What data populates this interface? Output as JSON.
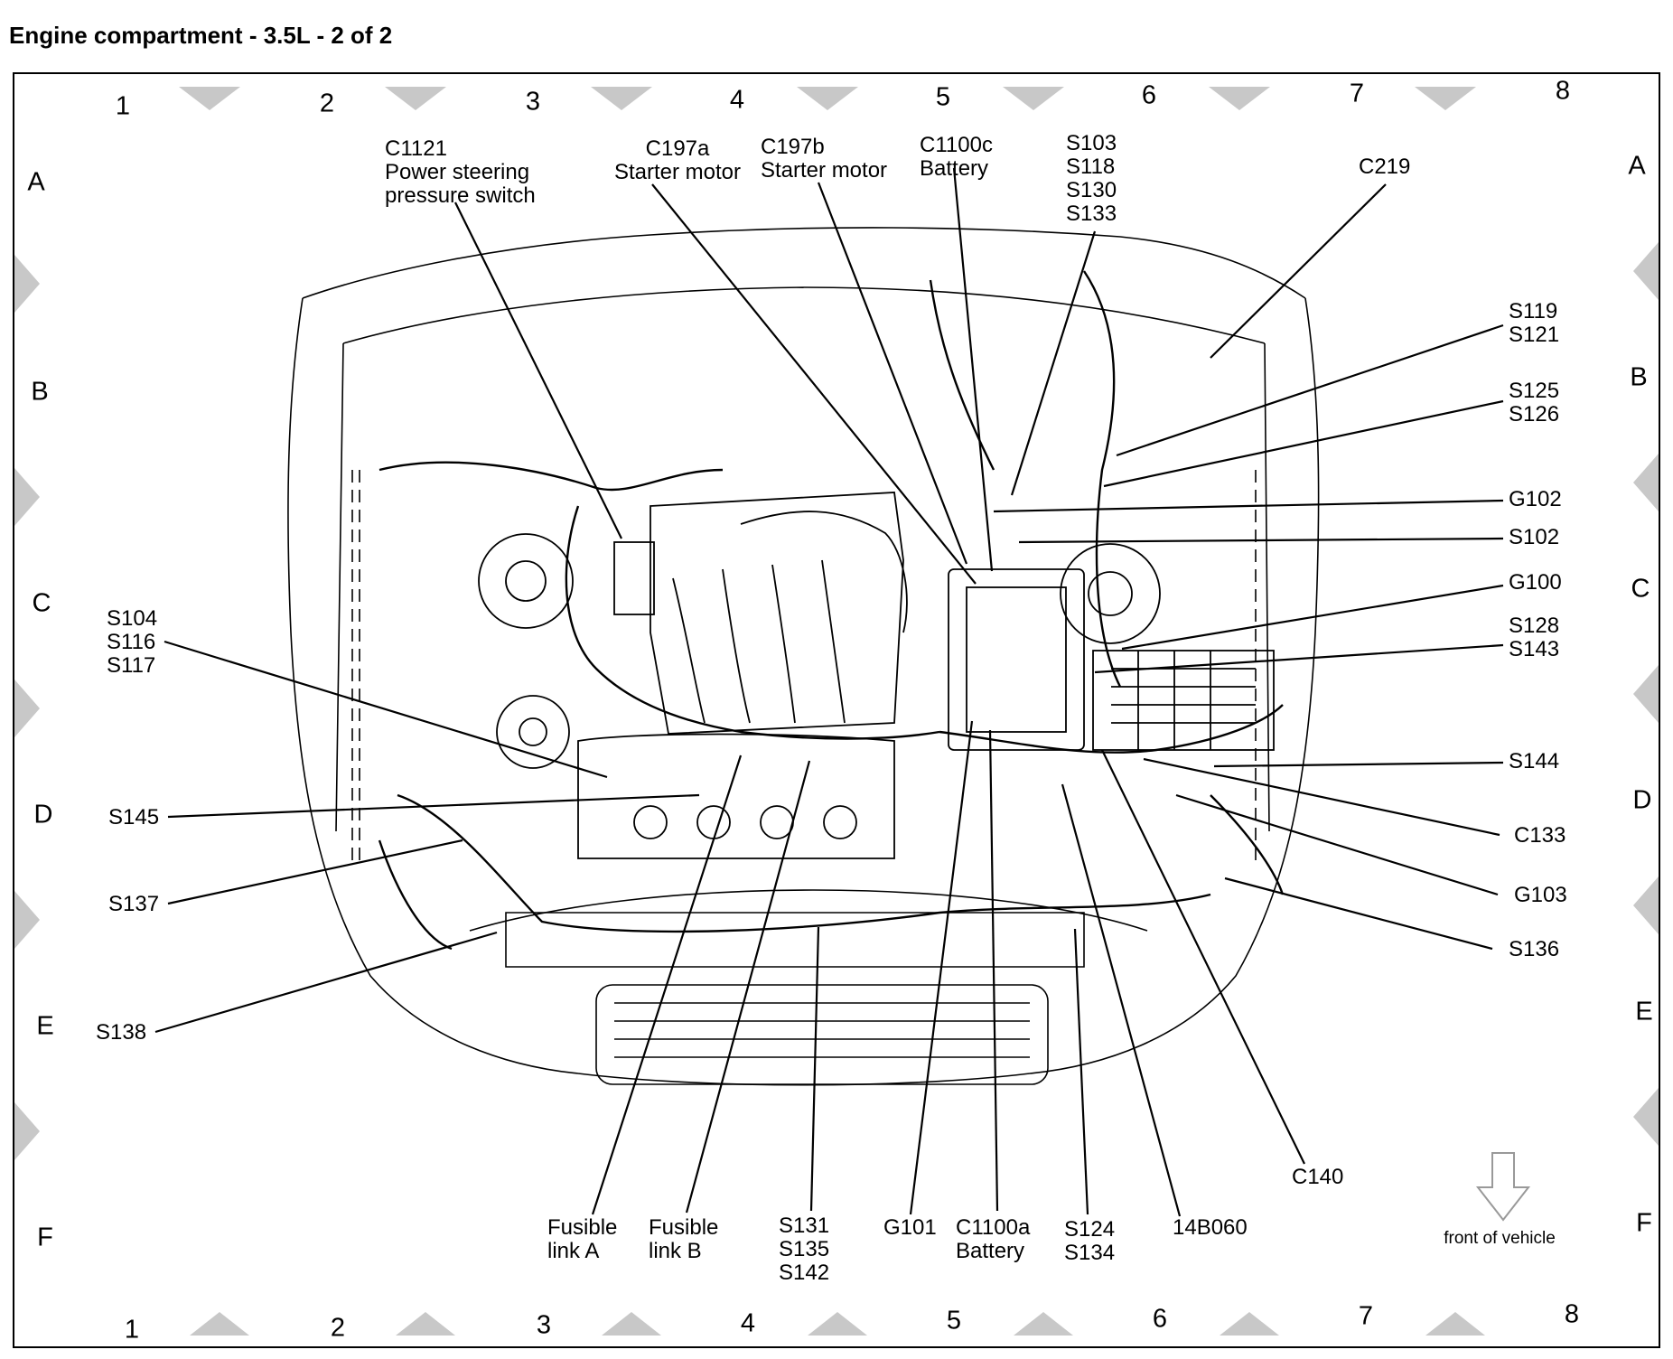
{
  "title": "Engine compartment - 3.5L - 2 of 2",
  "grid": {
    "columns": [
      "1",
      "2",
      "3",
      "4",
      "5",
      "6",
      "7",
      "8"
    ],
    "rows": [
      "A",
      "B",
      "C",
      "D",
      "E",
      "F"
    ]
  },
  "callouts": {
    "c1121": [
      "C1121",
      "Power steering",
      "pressure switch"
    ],
    "c197a": [
      "C197a",
      "Starter motor"
    ],
    "c197b": [
      "C197b",
      "Starter motor"
    ],
    "c1100c": [
      "C1100c",
      "Battery"
    ],
    "s103": [
      "S103",
      "S118",
      "S130",
      "S133"
    ],
    "c219": [
      "C219"
    ],
    "s119": [
      "S119",
      "S121"
    ],
    "s125": [
      "S125",
      "S126"
    ],
    "g102": [
      "G102"
    ],
    "s102": [
      "S102"
    ],
    "g100": [
      "G100"
    ],
    "s128": [
      "S128",
      "S143"
    ],
    "s144": [
      "S144"
    ],
    "c133": [
      "C133"
    ],
    "g103": [
      "G103"
    ],
    "s136": [
      "S136"
    ],
    "s104": [
      "S104",
      "S116",
      "S117"
    ],
    "s145": [
      "S145"
    ],
    "s137": [
      "S137"
    ],
    "s138": [
      "S138"
    ],
    "fusible_a": [
      "Fusible",
      "link A"
    ],
    "fusible_b": [
      "Fusible",
      "link B"
    ],
    "s131": [
      "S131",
      "S135",
      "S142"
    ],
    "g101": [
      "G101"
    ],
    "c1100a": [
      "C1100a",
      "Battery"
    ],
    "s124": [
      "S124",
      "S134"
    ],
    "b14060": [
      "14B060"
    ],
    "c140": [
      "C140"
    ]
  },
  "front_indicator": {
    "label": "front of vehicle",
    "icon": "down-arrow-icon"
  }
}
